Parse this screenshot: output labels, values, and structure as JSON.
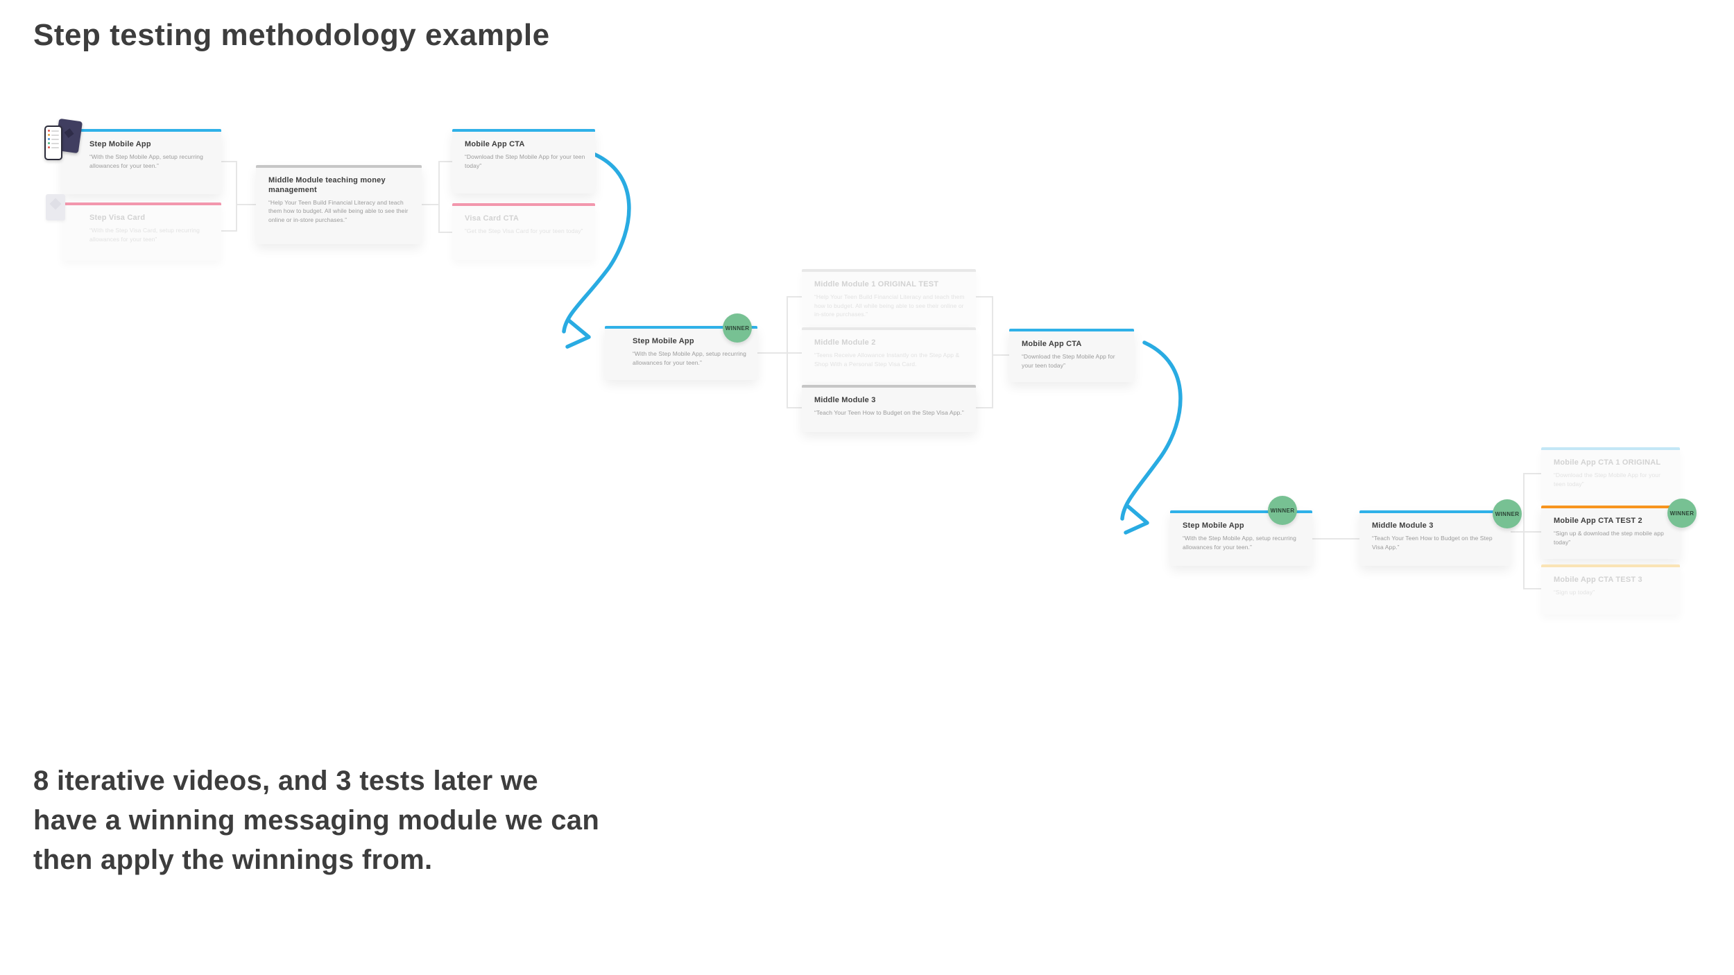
{
  "page": {
    "title": "Step testing methodology example",
    "footer_lines": [
      "8 iterative videos, and 3 tests later we",
      "have a winning messaging module we can",
      "then apply the winnings from."
    ]
  },
  "badge_label": "WINNER",
  "colors": {
    "accent_blue": "#2fb1e8",
    "accent_pink": "#f297ad",
    "accent_gray": "#c6c6c6",
    "accent_light_gray": "#e8e8e8",
    "accent_orange": "#f7941e",
    "accent_yellow": "#fae4b6",
    "accent_faded_blue": "#c3e7f6",
    "winner_green": "#77c193",
    "arrow_blue": "#29abe2",
    "connector_gray": "#e6e6e6",
    "text_dark": "#3d3d3d",
    "text_body_gray": "#9a9a9a"
  },
  "images": {
    "phone": "step-mobile-app-phone-mockup",
    "visa": "step-visa-card-thumbnail"
  },
  "cards": [
    {
      "cluster": 1,
      "title": "Step Mobile App",
      "body": "“With the Step Mobile App, setup recurring allowances for your teen.”",
      "accent": "blue",
      "state": "active",
      "winner": false
    },
    {
      "cluster": 1,
      "title": "Step Visa Card",
      "body": "“With the Step Visa Card,  setup recurring allowances for your teen”",
      "accent": "pink",
      "state": "faded",
      "winner": false
    },
    {
      "cluster": 1,
      "title": "Middle Module teaching money management",
      "body": "“Help Your Teen Build Financial Literacy and teach them how to budget. All while being able to see their online or in-store purchases.”",
      "accent": "gray",
      "state": "active",
      "winner": false
    },
    {
      "cluster": 1,
      "title": "Mobile App CTA",
      "body": "“Download the Step Mobile App for your teen today”",
      "accent": "blue",
      "state": "active",
      "winner": false
    },
    {
      "cluster": 1,
      "title": "Visa Card CTA",
      "body": "“Get the Step Visa Card for your teen today”",
      "accent": "pink",
      "state": "faded",
      "winner": false
    },
    {
      "cluster": 2,
      "title": "Step Mobile App",
      "body": "“With the Step Mobile App, setup recurring allowances for your teen.”",
      "accent": "blue",
      "state": "active",
      "winner": true
    },
    {
      "cluster": 2,
      "title": "Middle Module 1 ORIGINAL TEST",
      "body": "“Help Your Teen Build Financial Literacy and teach them how to budget. All while being able to see their online or in-store purchases.”",
      "accent": "lightgray",
      "state": "faded",
      "winner": false
    },
    {
      "cluster": 2,
      "title": "Middle Module 2",
      "body": "“Teens Receive Allowance Instantly on the Step App & Shop With a Personal Step Visa Card.",
      "accent": "lightgray",
      "state": "faded",
      "winner": false
    },
    {
      "cluster": 2,
      "title": "Middle Module 3",
      "body": "“Teach Your Teen How to Budget on the Step Visa App.”",
      "accent": "gray",
      "state": "active",
      "winner": false
    },
    {
      "cluster": 2,
      "title": "Mobile App CTA",
      "body": "“Download the Step Mobile App for your teen today”",
      "accent": "blue",
      "state": "active",
      "winner": false
    },
    {
      "cluster": 3,
      "title": "Step Mobile App",
      "body": "“With the Step Mobile App, setup recurring allowances for your teen.”",
      "accent": "blue",
      "state": "active",
      "winner": true
    },
    {
      "cluster": 3,
      "title": "Middle Module 3",
      "body": "“Teach Your Teen How to Budget on the Step Visa App.”",
      "accent": "blue",
      "state": "active",
      "winner": true
    },
    {
      "cluster": 3,
      "title": "Mobile App CTA 1 ORIGINAL",
      "body": "“Download the Step Mobile App for your teen today”",
      "accent": "fadedblue",
      "state": "faded",
      "winner": false
    },
    {
      "cluster": 3,
      "title": "Mobile App CTA TEST 2",
      "body": "“Sign up & download the step mobile app today”",
      "accent": "orange",
      "state": "active",
      "winner": true
    },
    {
      "cluster": 3,
      "title": "Mobile App CTA TEST 3",
      "body": "“Sign up today”",
      "accent": "yellow",
      "state": "faded",
      "winner": false
    }
  ]
}
